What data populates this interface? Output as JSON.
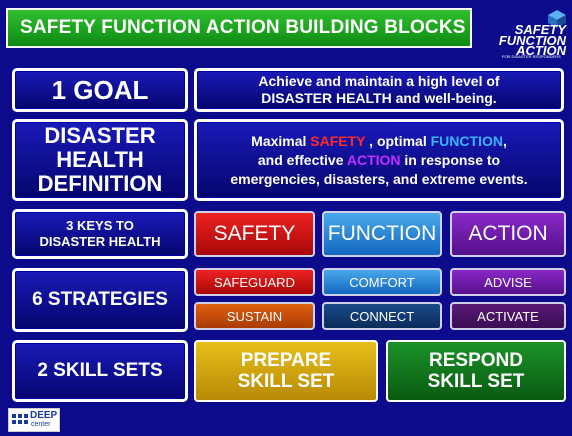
{
  "title": "SAFETY FUNCTION ACTION BUILDING BLOCKS",
  "logo": {
    "line1": "SAFETY",
    "line2": "FUNCTION",
    "line3": "ACTION",
    "subtitle": "FOR DISASTER RESPONDERS"
  },
  "goal": {
    "label": "1 GOAL",
    "text_line1": "Achieve and maintain a high level of",
    "text_line2": "DISASTER HEALTH and well-being."
  },
  "definition": {
    "label_line1": "DISASTER",
    "label_line2": "HEALTH",
    "label_line3": "DEFINITION",
    "p1": "Maximal ",
    "safety": "SAFETY",
    "p2": " , optimal ",
    "function": "FUNCTION",
    "p3": ",",
    "p4": "and effective ",
    "action": "ACTION",
    "p5": " in response to",
    "p6": "emergencies, disasters, and extreme events."
  },
  "keys": {
    "label_line1": "3 KEYS TO",
    "label_line2": "DISASTER HEALTH",
    "items": [
      "SAFETY",
      "FUNCTION",
      "ACTION"
    ]
  },
  "strategies": {
    "label": "6 STRATEGIES",
    "items": [
      "SAFEGUARD",
      "COMFORT",
      "ADVISE",
      "SUSTAIN",
      "CONNECT",
      "ACTIVATE"
    ]
  },
  "skills": {
    "label": "2 SKILL SETS",
    "prepare_line1": "PREPARE",
    "prepare_line2": "SKILL SET",
    "respond_line1": "RESPOND",
    "respond_line2": "SKILL SET"
  },
  "footer": {
    "deep_line1": "DEEP",
    "deep_line2": "center"
  },
  "colors": {
    "background": "#0b0b8c",
    "safety": "#ff2a2a",
    "function": "#3ab4ff",
    "action": "#c030ff",
    "title_green": "#1ea41e",
    "prepare_gold": "#d4aa10",
    "respond_green": "#0f7a18"
  }
}
